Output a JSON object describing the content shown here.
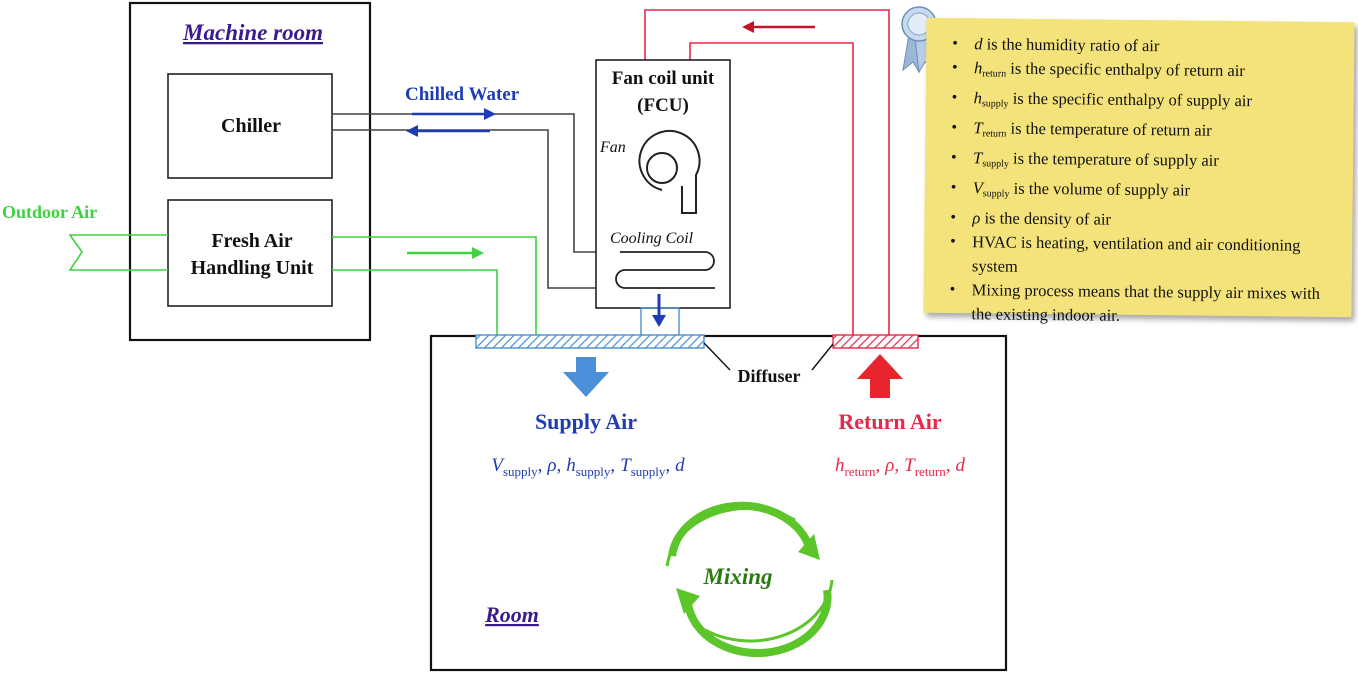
{
  "machine_room": {
    "title": "Machine room"
  },
  "chiller": {
    "label": "Chiller"
  },
  "fahu": {
    "label_line1": "Fresh Air",
    "label_line2": "Handling Unit"
  },
  "outdoor_air": {
    "label": "Outdoor Air"
  },
  "chilled_water": {
    "label": "Chilled Water"
  },
  "fcu": {
    "label_line1": "Fan coil unit",
    "label_line2": "(FCU)",
    "fan_label": "Fan",
    "coil_label": "Cooling Coil"
  },
  "diffuser": {
    "label": "Diffuser"
  },
  "supply_air": {
    "label": "Supply Air",
    "params": [
      "V",
      "supply",
      ",",
      "ρ",
      ",",
      "h",
      "supply",
      ",",
      "T",
      "supply",
      ",",
      "d"
    ]
  },
  "return_air": {
    "label": "Return Air",
    "params": [
      "h",
      "return",
      ",",
      "ρ",
      ",",
      "T",
      "return",
      ",",
      "d"
    ]
  },
  "room": {
    "label": "Room"
  },
  "mixing": {
    "label": "Mixing"
  },
  "legend": {
    "items": [
      {
        "var": "d",
        "sub": "",
        "text": " is the humidity ratio of air"
      },
      {
        "var": "h",
        "sub": "return",
        "text": " is the specific enthalpy of return air"
      },
      {
        "var": "h",
        "sub": "supply",
        "text": " is the specific enthalpy of supply air"
      },
      {
        "var": "T",
        "sub": "return",
        "text": " is the temperature of return air"
      },
      {
        "var": "T",
        "sub": "supply",
        "text": " is the temperature of supply air"
      },
      {
        "var": "V",
        "sub": "supply",
        "text": " is the volume of supply air"
      },
      {
        "var": "ρ",
        "sub": "",
        "text": " is the density of air"
      },
      {
        "var": "",
        "sub": "",
        "text": "HVAC is heating, ventilation and air conditioning system"
      },
      {
        "var": "",
        "sub": "",
        "text": "Mixing process means that the supply air mixes with the existing indoor air."
      }
    ]
  },
  "colors": {
    "title_purple": "#3b1b8c",
    "chilled_blue": "#1f3cb5",
    "green": "#3fd13f",
    "return_red": "#e8284a",
    "supply_arrow": "#4a90d9",
    "mixing_green": "#5cc52a",
    "note_yellow": "#f4e27a"
  },
  "icons": [
    "award-ribbon-icon",
    "fan-icon",
    "cooling-coil-icon",
    "mixing-cycle-icon"
  ]
}
